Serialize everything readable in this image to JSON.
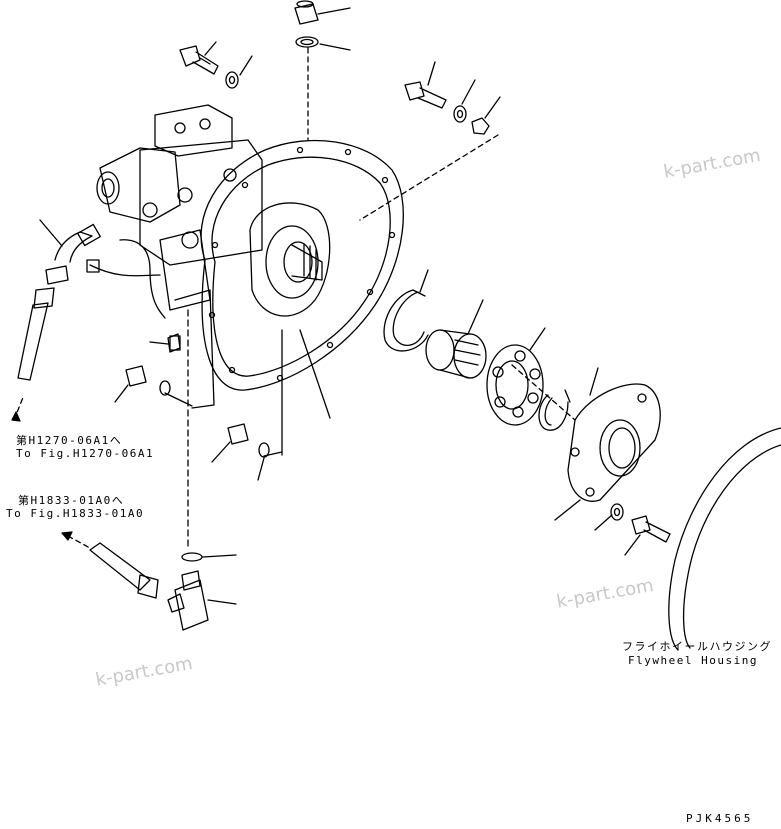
{
  "references": [
    {
      "jp": "第H1270-06A1へ",
      "en": "To Fig.H1270-06A1"
    },
    {
      "jp": "第H1833-01A0へ",
      "en": "To Fig.H1833-01A0"
    }
  ],
  "flywheel_label": {
    "jp": "フライホイールハウジング",
    "en": "Flywheel Housing"
  },
  "watermark": "k-part.com",
  "drawing_code": "PJK4565"
}
